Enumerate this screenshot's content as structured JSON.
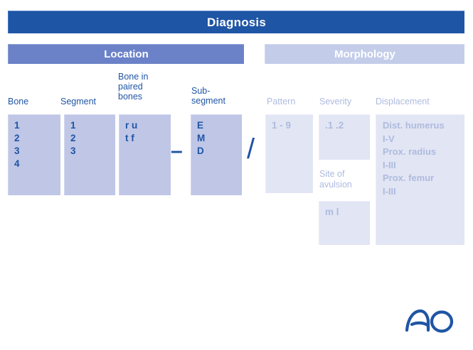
{
  "title": "Diagnosis",
  "sections": [
    {
      "key": "location",
      "label": "Location"
    },
    {
      "key": "morphology",
      "label": "Morphology"
    }
  ],
  "location": {
    "label": "Location",
    "columns": [
      {
        "header": "Bone",
        "values": "1\n2\n3\n4"
      },
      {
        "header": "Segment",
        "values": "1\n2\n3"
      },
      {
        "header": "Bone in\npaired\nbones",
        "values": "r u\nt f"
      },
      {
        "header": "Sub-\nsegment",
        "values": "E\nM\nD"
      }
    ]
  },
  "morphology": {
    "label": "Morphology",
    "columns": [
      {
        "header": "Pattern",
        "values": "1 - 9"
      },
      {
        "header": "Severity",
        "values": ".1 .2"
      },
      {
        "header": "Displacement",
        "values": "Dist. humerus\nI-V\nProx. radius\nI-III\nProx. femur\nI-III"
      }
    ],
    "avulsion": {
      "label": "Site of\navulsion",
      "values": "m l"
    }
  },
  "operators": {
    "dash": "–",
    "slash": "/"
  },
  "logo": {
    "name": "AO",
    "alt": "AO logo"
  },
  "colors": {
    "banner": "#1f55a5",
    "location_bar": "#6b82c8",
    "morphology_bar": "#c3cde9",
    "location_box": "#bfc6e6",
    "morphology_box": "#e2e5f3",
    "ink_dark": "#1f55a5",
    "ink_light": "#aebbdf"
  }
}
